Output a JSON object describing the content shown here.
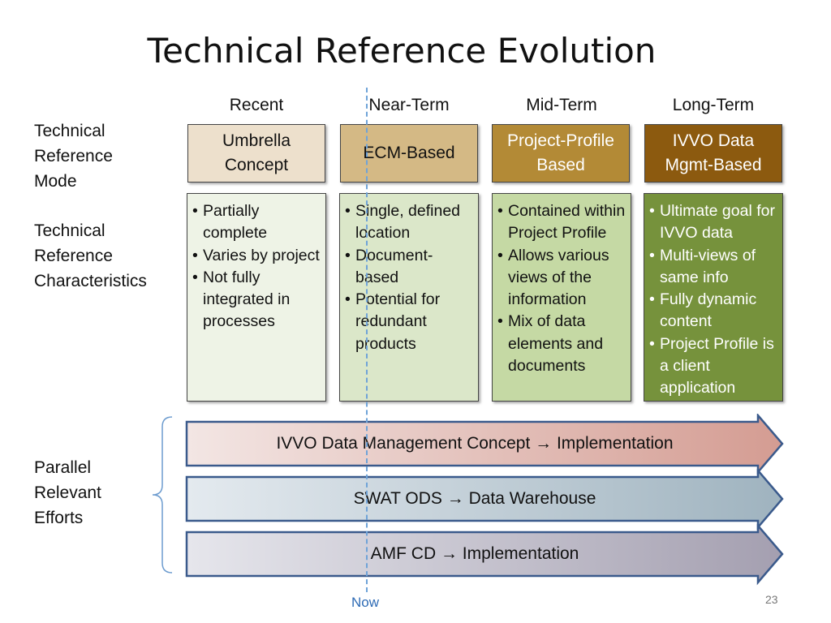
{
  "title": "Technical Reference Evolution",
  "columns": [
    "Recent",
    "Near-Term",
    "Mid-Term",
    "Long-Term"
  ],
  "row_labels": {
    "mode": "Technical Reference Mode",
    "characteristics": "Technical Reference Characteristics",
    "parallel": "Parallel Relevant Efforts"
  },
  "modes": [
    {
      "label": "Umbrella Concept",
      "fill": "#ede0cc",
      "color": "#111111"
    },
    {
      "label": "ECM-Based",
      "fill": "#d4b985",
      "color": "#111111"
    },
    {
      "label": "Project-Profile Based",
      "fill": "#b38a36",
      "color": "#ffffff"
    },
    {
      "label": "IVVO Data Mgmt-Based",
      "fill": "#8c5a0f",
      "color": "#ffffff"
    }
  ],
  "characteristics": [
    {
      "fill": "#eef3e6",
      "items": [
        "Partially complete",
        "Varies by project",
        "Not fully integrated in processes"
      ]
    },
    {
      "fill": "#dbe7c9",
      "items": [
        "Single, defined location",
        "Document-based",
        "Potential for redundant products"
      ]
    },
    {
      "fill": "#c5d9a4",
      "items": [
        "Contained within Project Profile",
        "Allows various views of the information",
        "Mix of data elements and documents"
      ]
    },
    {
      "fill": "#76923c",
      "items": [
        "Ultimate goal for IVVO data",
        "Multi-views of same info",
        "Fully dynamic content",
        "Project Profile is a client application"
      ]
    }
  ],
  "efforts": [
    {
      "label": "IVVO Data Management Concept → Implementation",
      "from": "#f3e6e4",
      "to": "#d49c92"
    },
    {
      "label": "SWAT ODS → Data Warehouse",
      "from": "#e4eaef",
      "to": "#9fb3bf"
    },
    {
      "label": "AMF CD → Implementation",
      "from": "#e6e6ec",
      "to": "#a49fb0"
    }
  ],
  "now_label": "Now",
  "page_number": "23"
}
